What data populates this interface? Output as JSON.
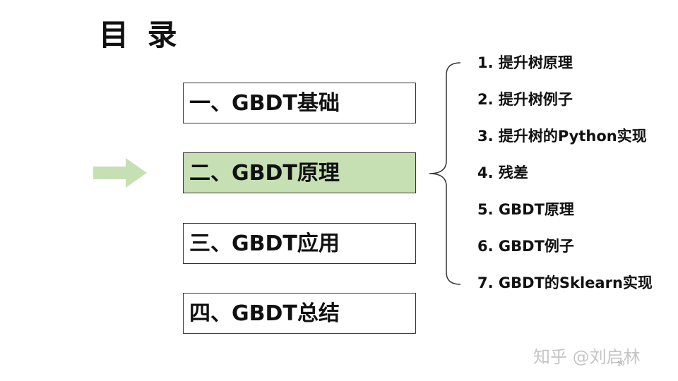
{
  "title": "目 录",
  "sections": [
    {
      "label": "一、GBDT基础"
    },
    {
      "label": "二、GBDT原理"
    },
    {
      "label": "三、GBDT应用"
    },
    {
      "label": "四、GBDT总结"
    }
  ],
  "current_section_index": 1,
  "subitems": [
    "1. 提升树原理",
    "2. 提升树例子",
    "3. 提升树的Python实现",
    "4. 残差",
    "5. GBDT原理",
    "6. GBDT例子",
    "7. GBDT的Sklearn实现"
  ],
  "watermark": "知乎 @刘启林",
  "page_number": "10",
  "colors": {
    "active_fill": "#c6e0b4",
    "arrow": "#c6e0b4",
    "border": "#333333"
  }
}
